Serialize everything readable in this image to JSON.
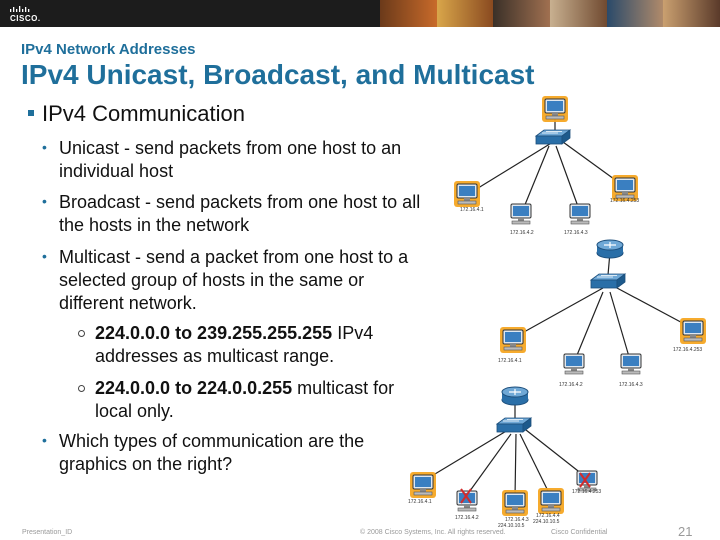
{
  "header": {
    "logo_text": "CISCO.",
    "subtitle": "IPv4 Network Addresses",
    "title": "IPv4 Unicast, Broadcast, and Multicast"
  },
  "body": {
    "level1": "IPv4 Communication",
    "bullets": [
      {
        "lines": [
          "Unicast - send packets from one host to an",
          "individual host"
        ]
      },
      {
        "lines": [
          "Broadcast - send packets from one host to all",
          "the hosts in the network"
        ]
      },
      {
        "lines": [
          "Multicast - send a packet from one host to a",
          "selected group of hosts in the same or",
          "different network."
        ]
      },
      {
        "lines": [
          "Which types of communication are the",
          "graphics on the right?"
        ]
      }
    ],
    "sub_bullets": [
      {
        "bold": "224.0.0.0 to 239.255.255.255",
        "rest": " IPv4",
        "line2": "addresses as multicast range."
      },
      {
        "bold": "224.0.0.0 to 224.0.0.255",
        "rest": " multicast for",
        "line2": "local only."
      }
    ]
  },
  "diagram": {
    "labels": {
      "d1_h1": "172.16.4.1",
      "d1_h2": "172.16.4.2",
      "d1_h3": "172.16.4.3",
      "d1_h4": "172.16.4.253",
      "d2_h1": "172.16.4.1",
      "d2_h2": "172.16.4.2",
      "d2_h3": "172.16.4.3",
      "d2_h4": "172.16.4.253",
      "d3_h1": "172.16.4.1",
      "d3_h2": "172.16.4.2",
      "d3_h3a": "172.16.4.3",
      "d3_h3b": "224.10.10.5",
      "d3_h4a": "172.16.4.4",
      "d3_h4b": "224.10.10.5",
      "d3_h5": "172.16.4.253"
    },
    "colors": {
      "highlight": "#f5a623",
      "pc": "#3a7fc1",
      "device": "#2a6fa8",
      "link": "#222222",
      "x_mark": "#d22b2b"
    }
  },
  "footer": {
    "left": "Presentation_ID",
    "center": "© 2008 Cisco Systems, Inc. All rights reserved.",
    "right": "Cisco Confidential",
    "page": "21"
  }
}
